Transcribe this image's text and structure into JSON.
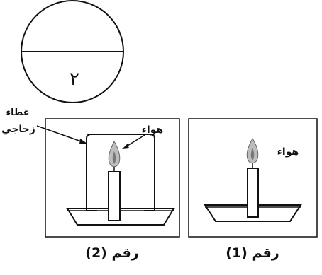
{
  "circle": {
    "number": "٢"
  },
  "panel_left": {
    "caption": "رقم (2)",
    "cover_label_line1": "غطاء",
    "cover_label_line2": "زجاجي",
    "air_label": "هواء"
  },
  "panel_right": {
    "caption": "رقم (1)",
    "air_label": "هواء"
  }
}
